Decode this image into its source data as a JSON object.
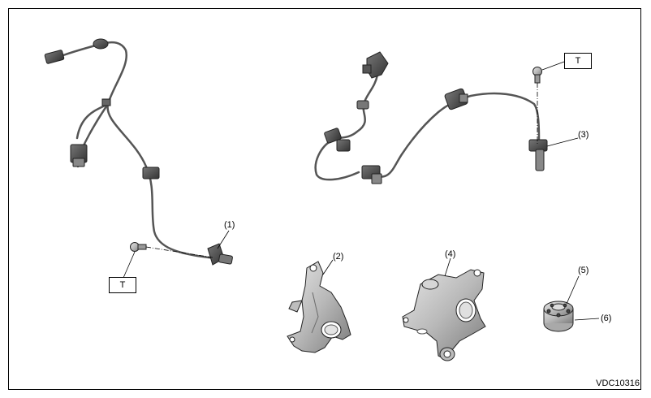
{
  "figure": {
    "code": "VDC10316",
    "torque_marks": [
      "T",
      "T"
    ],
    "callouts": {
      "c1": "(1)",
      "c2": "(2)",
      "c3": "(3)",
      "c4": "(4)",
      "c5": "(5)",
      "c6": "(6)"
    }
  },
  "colors": {
    "outline": "#000000",
    "harness": "#3a3a3a",
    "part_fill": "#c9c9c9",
    "part_shade": "#8c8c8c",
    "connector": "#555555"
  }
}
